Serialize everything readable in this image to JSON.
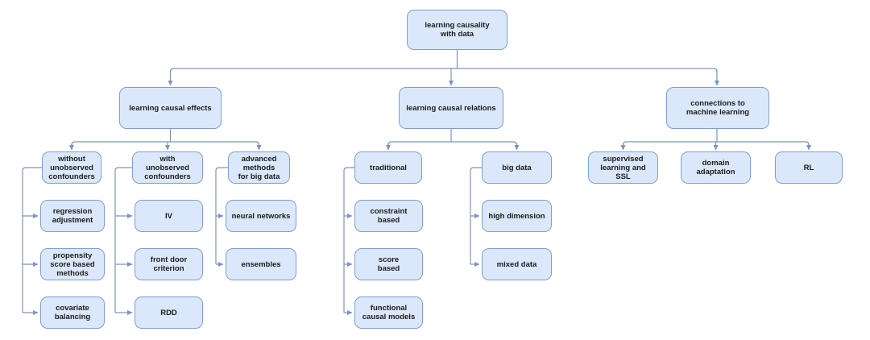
{
  "colors": {
    "canvas_bg": "#ffffff",
    "node_fill": "#dbe8fb",
    "node_border": "#7d9fd0",
    "node_text": "#1b1b1b",
    "edge": "#7e94b8"
  },
  "nodes": {
    "root": {
      "label": "learning causality\nwith data"
    },
    "effects": {
      "label": "learning causal effects"
    },
    "relations": {
      "label": "learning causal relations"
    },
    "connections": {
      "label": "connections to\nmachine learning"
    },
    "without_unobserved": {
      "label": "without\nunobserved\nconfounders"
    },
    "with_unobserved": {
      "label": "with\nunobserved\nconfounders"
    },
    "advanced_methods": {
      "label": "advanced\nmethods\nfor big data"
    },
    "regression_adjustment": {
      "label": "regression\nadjustment"
    },
    "propensity_score": {
      "label": "propensity\nscore based\nmethods"
    },
    "covariate_balancing": {
      "label": "covariate\nbalancing"
    },
    "iv": {
      "label": "IV"
    },
    "front_door": {
      "label": "front door\ncriterion"
    },
    "rdd": {
      "label": "RDD"
    },
    "neural_networks": {
      "label": "neural networks"
    },
    "ensembles": {
      "label": "ensembles"
    },
    "traditional": {
      "label": "traditional"
    },
    "constraint_based": {
      "label": "constraint\nbased"
    },
    "score_based": {
      "label": "score\nbased"
    },
    "functional_causal": {
      "label": "functional\ncausal models"
    },
    "big_data": {
      "label": "big data"
    },
    "high_dimension": {
      "label": "high dimension"
    },
    "mixed_data": {
      "label": "mixed data"
    },
    "supervised_ssl": {
      "label": "supervised\nlearning and\nSSL"
    },
    "domain_adaptation": {
      "label": "domain\nadaptation"
    },
    "rl": {
      "label": "RL"
    }
  }
}
